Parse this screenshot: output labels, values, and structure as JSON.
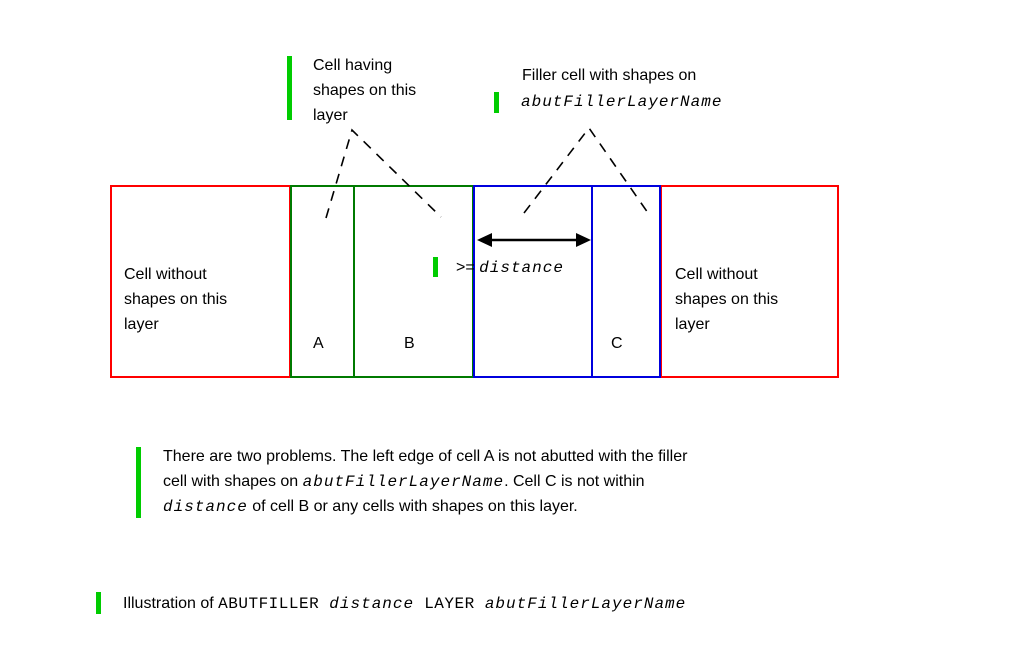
{
  "colors": {
    "cell_border_red": "#ff0000",
    "cell_border_green": "#007a00",
    "cell_border_blue": "#0000dd",
    "marker_green": "#00cc00",
    "dashed_pointer": "#000000",
    "text": "#000000"
  },
  "annotations": {
    "cell_having_shapes": "Cell having\nshapes on this\nlayer",
    "filler_cell_line1": "Filler cell with shapes on",
    "filler_cell_layer": "abutFillerLayerName",
    "distance_operator": ">=",
    "distance_label": "distance"
  },
  "cells": {
    "left_label": "Cell without\nshapes on this\nlayer",
    "right_label": "Cell without\nshapes on this\nlayer",
    "a_label": "A",
    "b_label": "B",
    "c_label": "C"
  },
  "body": {
    "line1_seg1": "There are two problems. The left edge of cell A is not abutted with the filler",
    "line2_seg1": "cell with shapes on ",
    "line2_seg2": "abutFillerLayerName",
    "line2_seg3": ". Cell C is not within",
    "line3_seg1": "distance",
    "line3_seg2": " of cell B or any cells with shapes on this layer."
  },
  "caption": {
    "seg1": "Illustration of ",
    "seg2": "ABUTFILLER ",
    "seg3": "distance",
    "seg4": " LAYER ",
    "seg5": "abutFillerLayerName"
  }
}
